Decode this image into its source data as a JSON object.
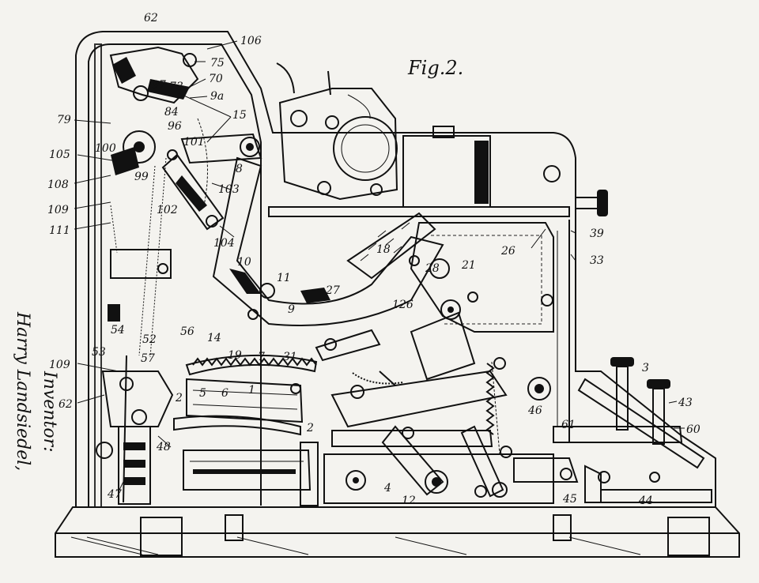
{
  "figure": {
    "title": "Fig.2.",
    "inventor_label": "Inventor:",
    "inventor_name": "Harry Landsiedel,"
  },
  "reference_numerals": [
    {
      "id": "62-top",
      "text": "62"
    },
    {
      "id": "106",
      "text": "106"
    },
    {
      "id": "75",
      "text": "75"
    },
    {
      "id": "70",
      "text": "70"
    },
    {
      "id": "97",
      "text": "97"
    },
    {
      "id": "73",
      "text": "73"
    },
    {
      "id": "9a",
      "text": "9a"
    },
    {
      "id": "84",
      "text": "84"
    },
    {
      "id": "15",
      "text": "15"
    },
    {
      "id": "96",
      "text": "96"
    },
    {
      "id": "79",
      "text": "79"
    },
    {
      "id": "101",
      "text": "101"
    },
    {
      "id": "8",
      "text": "8"
    },
    {
      "id": "105",
      "text": "105"
    },
    {
      "id": "100",
      "text": "100"
    },
    {
      "id": "99",
      "text": "99"
    },
    {
      "id": "108",
      "text": "108"
    },
    {
      "id": "103",
      "text": "103"
    },
    {
      "id": "109-upper",
      "text": "109"
    },
    {
      "id": "102",
      "text": "102"
    },
    {
      "id": "111",
      "text": "111"
    },
    {
      "id": "104",
      "text": "104"
    },
    {
      "id": "39",
      "text": "39"
    },
    {
      "id": "26",
      "text": "26"
    },
    {
      "id": "33",
      "text": "33"
    },
    {
      "id": "18",
      "text": "18"
    },
    {
      "id": "21",
      "text": "21"
    },
    {
      "id": "28",
      "text": "28"
    },
    {
      "id": "10",
      "text": "10"
    },
    {
      "id": "11",
      "text": "11"
    },
    {
      "id": "27",
      "text": "27"
    },
    {
      "id": "9",
      "text": "9"
    },
    {
      "id": "126",
      "text": "126"
    },
    {
      "id": "54",
      "text": "54"
    },
    {
      "id": "56",
      "text": "56"
    },
    {
      "id": "14",
      "text": "14"
    },
    {
      "id": "52",
      "text": "52"
    },
    {
      "id": "19",
      "text": "19"
    },
    {
      "id": "7",
      "text": "7"
    },
    {
      "id": "31",
      "text": "31"
    },
    {
      "id": "53",
      "text": "53"
    },
    {
      "id": "57",
      "text": "57"
    },
    {
      "id": "109-lower",
      "text": "109"
    },
    {
      "id": "3",
      "text": "3"
    },
    {
      "id": "43",
      "text": "43"
    },
    {
      "id": "2a",
      "text": "2"
    },
    {
      "id": "5",
      "text": "5"
    },
    {
      "id": "6",
      "text": "6"
    },
    {
      "id": "1",
      "text": "1"
    },
    {
      "id": "62-lower",
      "text": "62"
    },
    {
      "id": "46",
      "text": "46"
    },
    {
      "id": "61",
      "text": "61"
    },
    {
      "id": "60",
      "text": "60"
    },
    {
      "id": "2b",
      "text": "2"
    },
    {
      "id": "48",
      "text": "48"
    },
    {
      "id": "47",
      "text": "47"
    },
    {
      "id": "4",
      "text": "4"
    },
    {
      "id": "12",
      "text": "12"
    },
    {
      "id": "45",
      "text": "45"
    },
    {
      "id": "44",
      "text": "44"
    }
  ]
}
